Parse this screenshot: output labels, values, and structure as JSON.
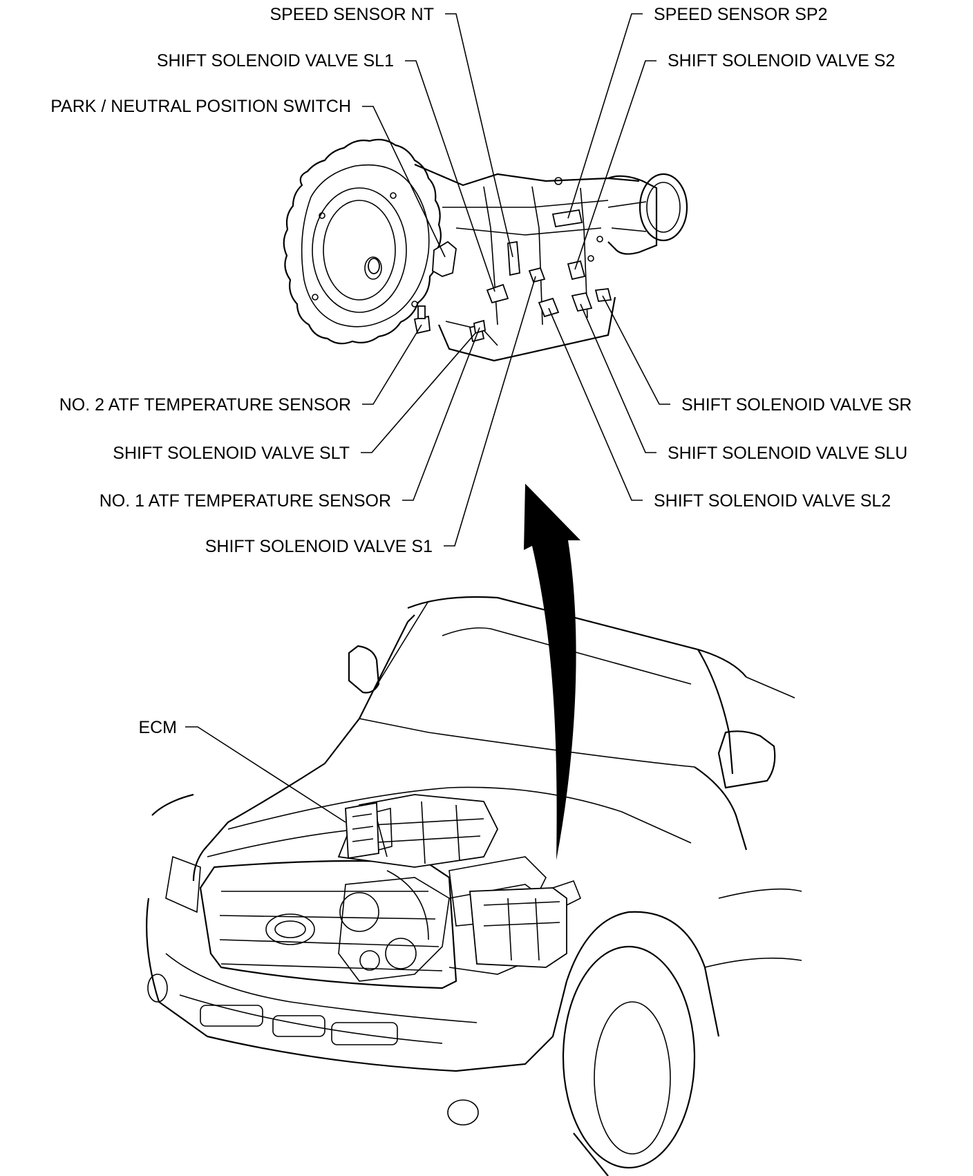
{
  "labels": {
    "speed_sensor_nt": "SPEED SENSOR NT",
    "speed_sensor_sp2": "SPEED SENSOR SP2",
    "shift_solenoid_sl1": "SHIFT SOLENOID VALVE SL1",
    "shift_solenoid_s2": "SHIFT SOLENOID VALVE S2",
    "park_neutral_switch": "PARK / NEUTRAL POSITION SWITCH",
    "no2_atf_temp_sensor": "NO. 2 ATF TEMPERATURE SENSOR",
    "shift_solenoid_slt": "SHIFT SOLENOID VALVE SLT",
    "no1_atf_temp_sensor": "NO. 1 ATF TEMPERATURE SENSOR",
    "shift_solenoid_s1": "SHIFT SOLENOID VALVE S1",
    "shift_solenoid_sr": "SHIFT SOLENOID VALVE SR",
    "shift_solenoid_slu": "SHIFT SOLENOID VALVE SLU",
    "shift_solenoid_sl2": "SHIFT SOLENOID VALVE SL2",
    "ecm": "ECM"
  },
  "colors": {
    "ink": "#000000",
    "paper": "#ffffff"
  }
}
